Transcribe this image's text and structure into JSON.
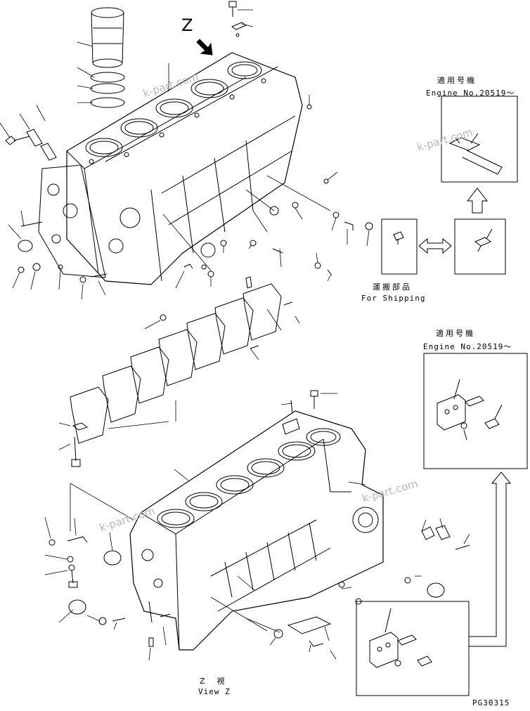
{
  "view_marker": "Z",
  "watermark": "k-part.com",
  "inset_top": {
    "applicable_jp": "適用号機",
    "applicable_en": "Engine No.20519～"
  },
  "shipping": {
    "label_jp": "運搬部品",
    "label_en": "For Shipping"
  },
  "inset_mid": {
    "applicable_jp": "適用号機",
    "applicable_en": "Engine No.20519～"
  },
  "view_z": {
    "label_jp": "Z　視",
    "label_en": "View Z"
  },
  "page_code": "PG30315",
  "colors": {
    "line": "#000000",
    "watermark": "#b8b8b8"
  }
}
